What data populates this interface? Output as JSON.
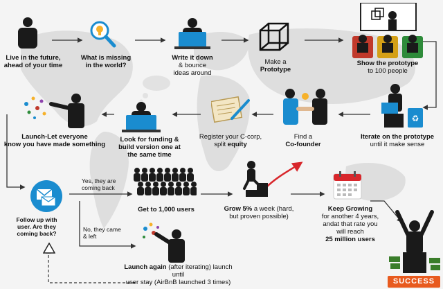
{
  "colors": {
    "accent": "#1a8ccf",
    "dark": "#141414",
    "success": "#e85a1e",
    "arrow_red": "#d8262b",
    "map": "#dcdcdc"
  },
  "steps": {
    "s1": {
      "line1": "Live in the future,",
      "line2": "ahead of your time"
    },
    "s2": {
      "line1": "What is missing",
      "line2": "in the world?"
    },
    "s3": {
      "line1": "Write it down",
      "line2": "& bounce",
      "line3": "ideas around"
    },
    "s4": {
      "line1": "Make a",
      "line2": "Prototype"
    },
    "s5": {
      "line1": "Show the prototype",
      "line2": "to 100 people"
    },
    "s6": {
      "line1": "Iterate on the prototype",
      "line2": "until it make sense"
    },
    "s7": {
      "line1": "Find a",
      "line2": "Co-founder"
    },
    "s8": {
      "line1": "Register your C-corp,",
      "line2a": "split ",
      "line2b": "equity"
    },
    "s9": {
      "line1": "Look for funding &",
      "line2": "build version one at",
      "line3": "the same time"
    },
    "s10": {
      "line1": "Launch-Let everyone",
      "line2": "know you have made something"
    },
    "s11": {
      "line1": "Follow up with",
      "line2": "user. Are they",
      "line3": "coming back?"
    },
    "s12": {
      "branch": "Yes, they are coming back",
      "branch_l1": "Yes, they are",
      "branch_l2": "coming back",
      "label": "Get to 1,000 users"
    },
    "s13": {
      "branch_l1": "No, they came",
      "branch_l2": "& left",
      "bold": "Launch again",
      "rest": " (after iterating) launch until",
      "line2": "user stay (AirBnB launched 3 times)"
    },
    "s14": {
      "bold": "Grow 5%",
      "rest": " a week (hard,",
      "line2": "but proven possible)"
    },
    "s15": {
      "bold": "Keep Growing",
      "line2": "for another 4 years,",
      "line3": "andat that rate you",
      "line4": "will reach",
      "line5": "25 million users"
    },
    "success": "SUCCESS"
  },
  "icons": [
    "person-icon",
    "lightbulb-magnifier-icon",
    "laptop-icon",
    "cube-icon",
    "presentation-icon",
    "recycle-bin-icon",
    "handshake-icon",
    "document-pen-icon",
    "thought-bubble-icon",
    "confetti-icon",
    "email-icon",
    "crowd-icon",
    "stairs-arrow-icon",
    "calendar-icon",
    "trophy-person-icon"
  ]
}
